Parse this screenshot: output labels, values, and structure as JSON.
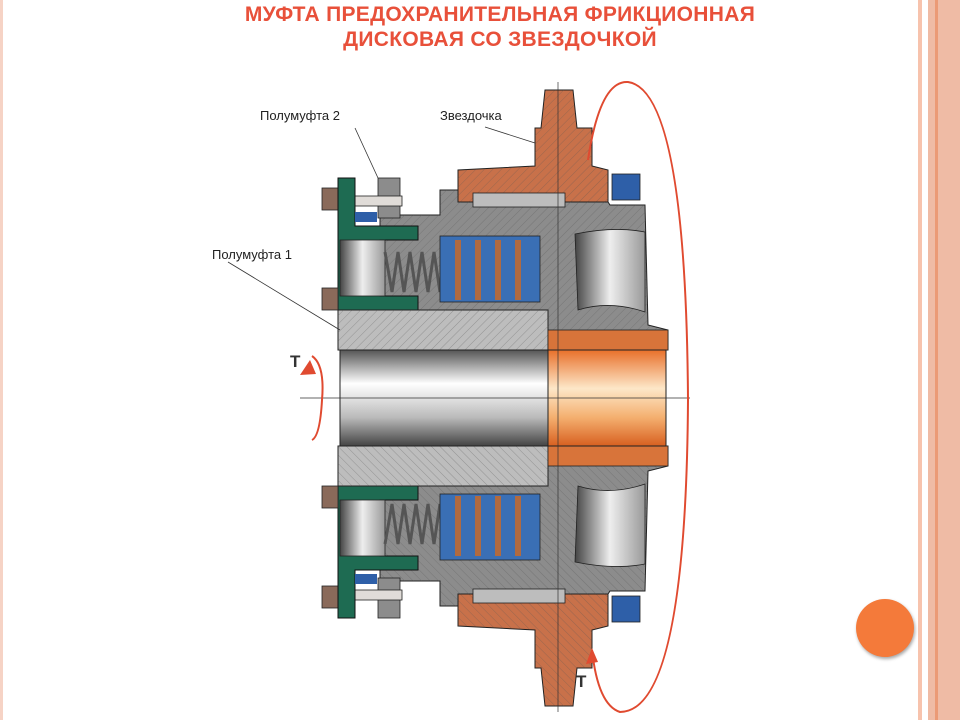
{
  "slide": {
    "title_line1": "МУФТА ПРЕДОХРАНИТЕЛЬНАЯ ФРИКЦИОННАЯ",
    "title_line2": "ДИСКОВАЯ СО ЗВЕЗДОЧКОЙ"
  },
  "diagram": {
    "labels": {
      "half_coupling_2": "Полумуфта 2",
      "sprocket": "Звездочка",
      "half_coupling_1": "Полумуфта 1",
      "torque_left": "Т",
      "torque_right": "Т"
    }
  },
  "colors": {
    "title": "#e8503a",
    "sprocket": "#c8714a",
    "flange": "#1e6b52",
    "discs": "#3a6fb5",
    "housing": "#8a8a8a",
    "arrow": "#e04a30",
    "border": "#f2b8a0",
    "nav_button": "#f47a3a"
  }
}
